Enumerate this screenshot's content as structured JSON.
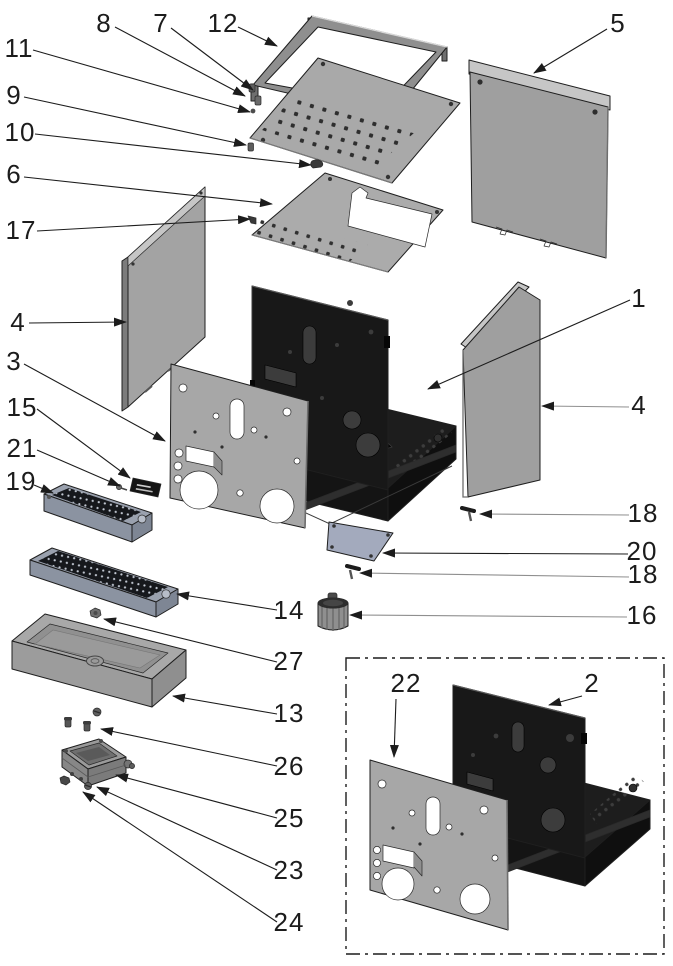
{
  "figure": {
    "type": "exploded-parts-diagram",
    "background": "#ffffff",
    "line_color": "#1c1c1c",
    "muted_line_color": "#8f8f8f",
    "panel_gray": "#a3a3a3",
    "flange_gray": "#c6c6c6",
    "chassis_black": "#181818",
    "tray_blue_gray": "#9aa1ae",
    "plate_blue_gray": "#a3aabd",
    "visible_part_numbers": [
      "1",
      "2",
      "3",
      "4",
      "5",
      "6",
      "7",
      "8",
      "9",
      "10",
      "11",
      "12",
      "13",
      "14",
      "15",
      "16",
      "17",
      "18",
      "19",
      "20",
      "21",
      "22",
      "23",
      "24",
      "25",
      "26",
      "27"
    ]
  },
  "callouts": [
    {
      "id": "c8",
      "label": "8",
      "text": [
        104,
        32
      ],
      "line": [
        115,
        27,
        245,
        96
      ],
      "muted": false
    },
    {
      "id": "c7",
      "label": "7",
      "text": [
        161,
        32
      ],
      "line": [
        171,
        28,
        253,
        90
      ],
      "muted": false
    },
    {
      "id": "c12",
      "label": "12",
      "text": [
        223,
        32
      ],
      "line": [
        238,
        27,
        277,
        46
      ],
      "muted": false
    },
    {
      "id": "c5",
      "label": "5",
      "text": [
        618,
        32
      ],
      "line": [
        607,
        29,
        534,
        73
      ],
      "muted": false
    },
    {
      "id": "c11",
      "label": "11",
      "text": [
        19,
        57
      ],
      "line": [
        33,
        50,
        250,
        112
      ],
      "muted": false
    },
    {
      "id": "c9",
      "label": "9",
      "text": [
        14,
        104
      ],
      "line": [
        24,
        97,
        246,
        145
      ],
      "muted": false
    },
    {
      "id": "c10",
      "label": "10",
      "text": [
        20,
        141
      ],
      "line": [
        35,
        134,
        311,
        165
      ],
      "muted": false
    },
    {
      "id": "c6",
      "label": "6",
      "text": [
        14,
        183
      ],
      "line": [
        24,
        177,
        272,
        204
      ],
      "muted": false
    },
    {
      "id": "c17",
      "label": "17",
      "text": [
        21,
        239
      ],
      "line": [
        37,
        231,
        250,
        219
      ],
      "muted": false
    },
    {
      "id": "c4l",
      "label": "4",
      "text": [
        18,
        331
      ],
      "line": [
        29,
        323,
        126,
        322
      ],
      "muted": false
    },
    {
      "id": "c3",
      "label": "3",
      "text": [
        14,
        370
      ],
      "line": [
        24,
        364,
        165,
        441
      ],
      "muted": false
    },
    {
      "id": "c15",
      "label": "15",
      "text": [
        22,
        416
      ],
      "line": [
        37,
        409,
        130,
        478
      ],
      "muted": false
    },
    {
      "id": "c21",
      "label": "21",
      "text": [
        22,
        457
      ],
      "line": [
        37,
        450,
        120,
        486
      ],
      "muted": false
    },
    {
      "id": "c19",
      "label": "19",
      "text": [
        21,
        490
      ],
      "line": [
        34,
        485,
        53,
        493
      ],
      "muted": false
    },
    {
      "id": "c1",
      "label": "1",
      "text": [
        639,
        307
      ],
      "line": [
        630,
        300,
        428,
        389
      ],
      "muted": false
    },
    {
      "id": "c4r",
      "label": "4",
      "text": [
        639,
        414
      ],
      "line": [
        629,
        407,
        542,
        406
      ],
      "muted": true
    },
    {
      "id": "c18a",
      "label": "18",
      "text": [
        643,
        522
      ],
      "line": [
        629,
        515,
        480,
        514
      ],
      "muted": true
    },
    {
      "id": "c20",
      "label": "20",
      "text": [
        642,
        560
      ],
      "line": [
        628,
        554,
        383,
        553
      ],
      "muted": false
    },
    {
      "id": "c18b",
      "label": "18",
      "text": [
        643,
        583
      ],
      "line": [
        629,
        577,
        360,
        573
      ],
      "muted": true
    },
    {
      "id": "c16",
      "label": "16",
      "text": [
        642,
        624
      ],
      "line": [
        627,
        617,
        350,
        615
      ],
      "muted": true
    },
    {
      "id": "c14",
      "label": "14",
      "text": [
        289,
        619
      ],
      "line": [
        277,
        610,
        177,
        594
      ],
      "muted": false
    },
    {
      "id": "c27",
      "label": "27",
      "text": [
        289,
        670
      ],
      "line": [
        277,
        662,
        104,
        619
      ],
      "muted": false
    },
    {
      "id": "c13",
      "label": "13",
      "text": [
        289,
        722
      ],
      "line": [
        277,
        714,
        173,
        696
      ],
      "muted": false
    },
    {
      "id": "c26",
      "label": "26",
      "text": [
        289,
        775
      ],
      "line": [
        277,
        766,
        101,
        729
      ],
      "muted": false
    },
    {
      "id": "c25",
      "label": "25",
      "text": [
        289,
        827
      ],
      "line": [
        277,
        818,
        116,
        775
      ],
      "muted": false
    },
    {
      "id": "c23",
      "label": "23",
      "text": [
        289,
        879
      ],
      "line": [
        277,
        870,
        97,
        787
      ],
      "muted": false
    },
    {
      "id": "c24",
      "label": "24",
      "text": [
        289,
        931
      ],
      "line": [
        277,
        922,
        83,
        792
      ],
      "muted": false
    },
    {
      "id": "c22",
      "label": "22",
      "text": [
        406,
        692
      ],
      "line": [
        396,
        699,
        394,
        757
      ],
      "muted": false
    },
    {
      "id": "c2",
      "label": "2",
      "text": [
        592,
        692
      ],
      "line": [
        582,
        696,
        549,
        705
      ],
      "muted": false
    }
  ]
}
